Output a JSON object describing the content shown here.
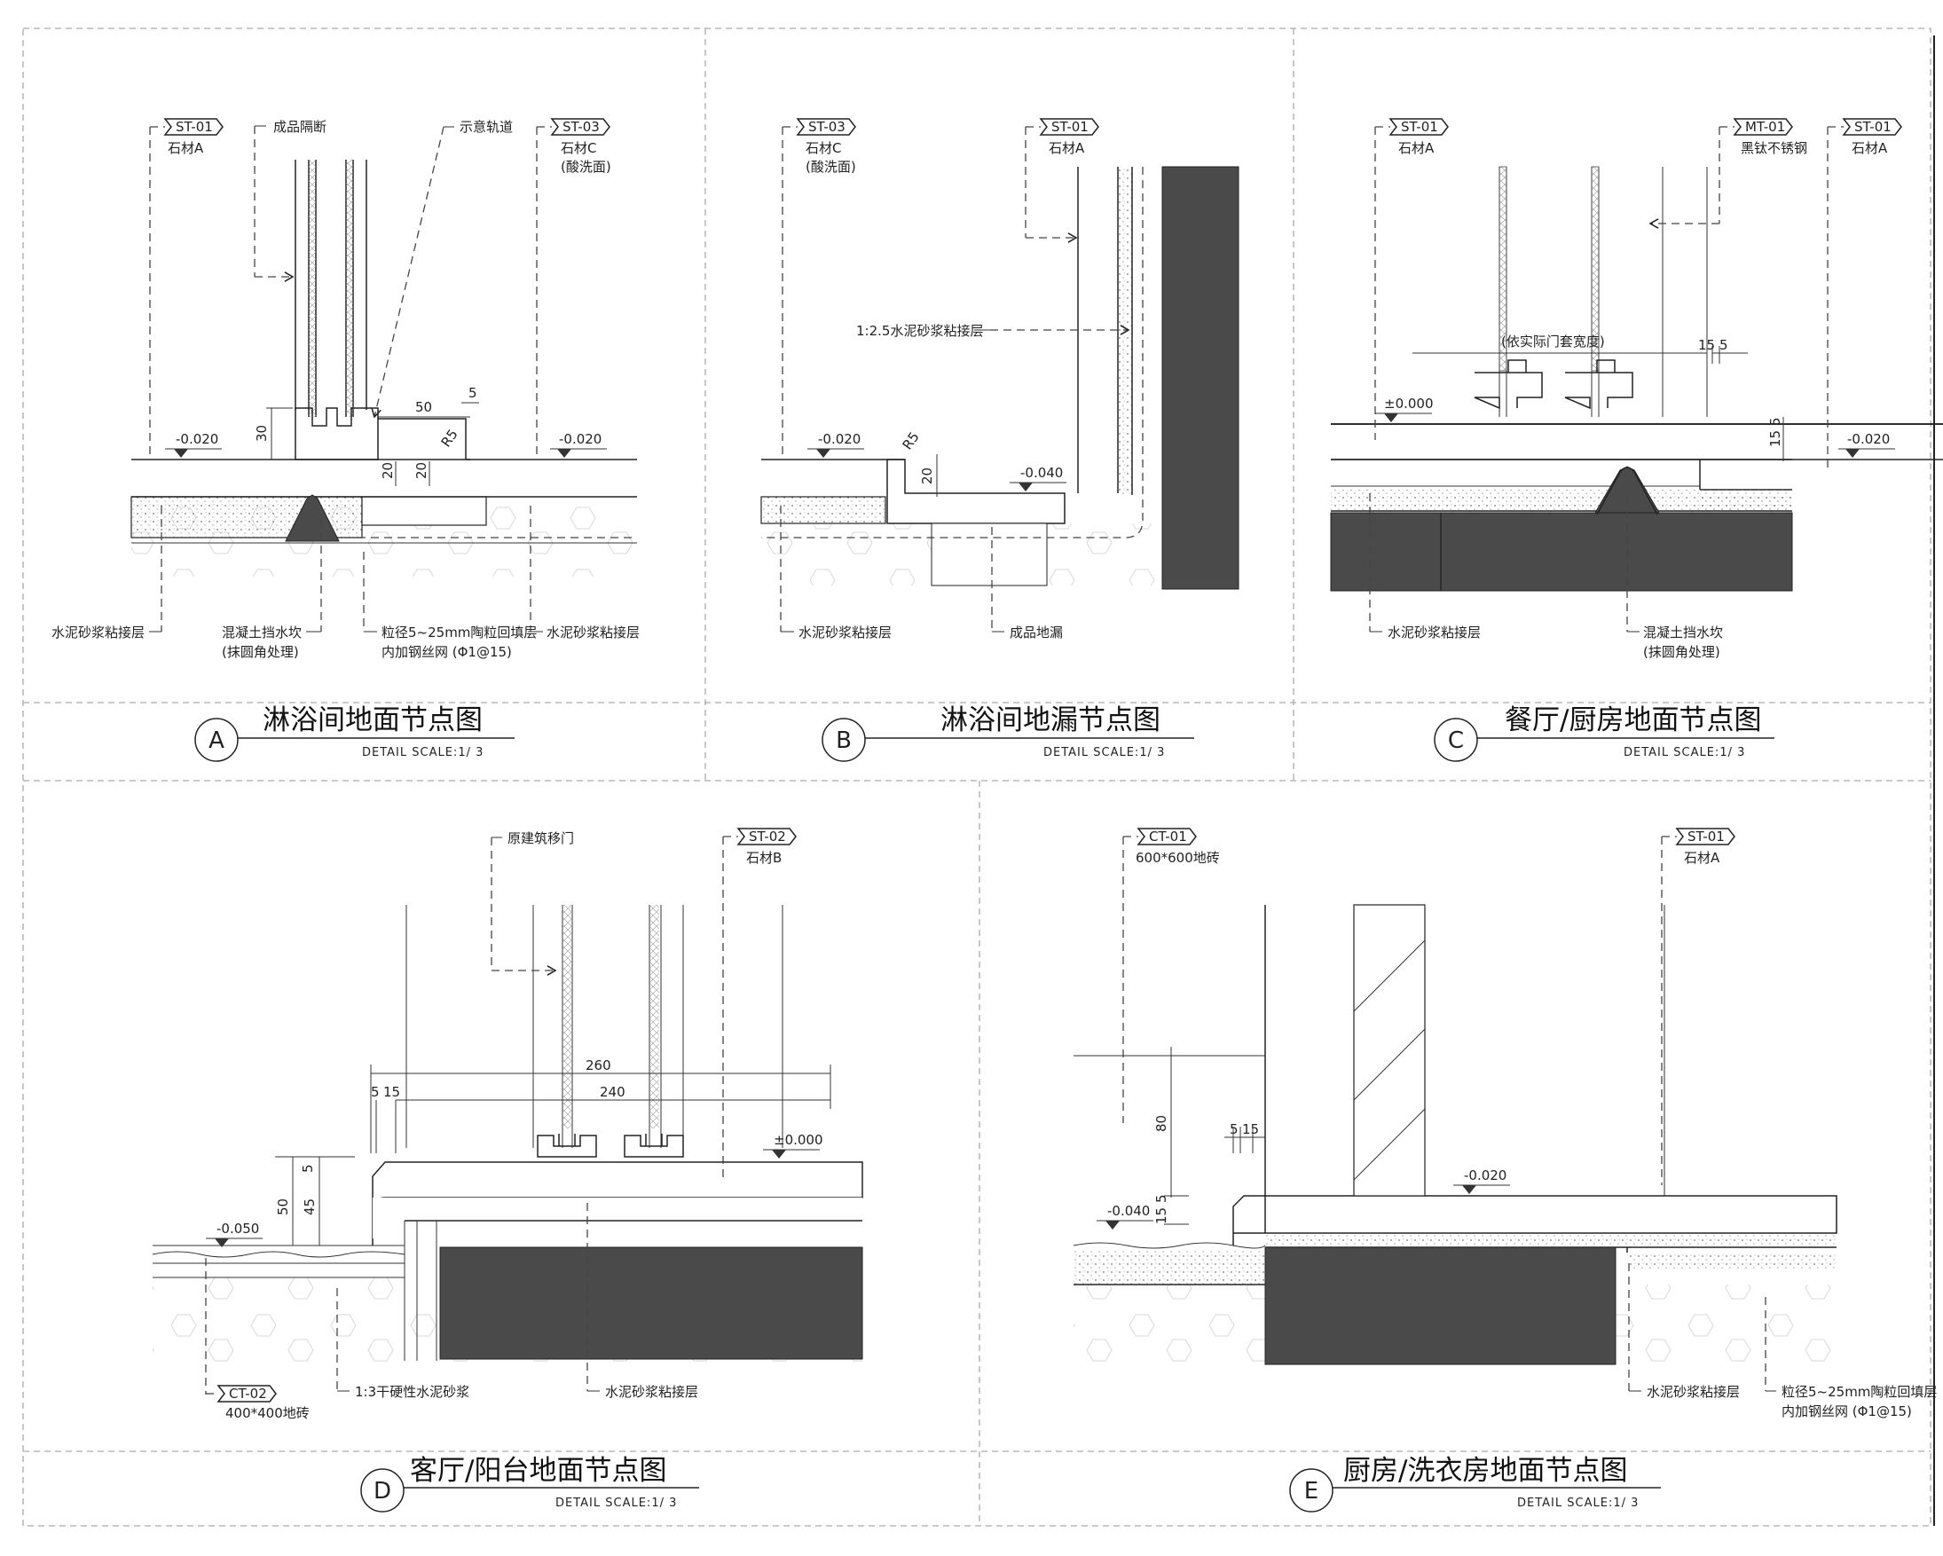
{
  "details": {
    "a": {
      "circle": "A",
      "title": "淋浴间地面节点图",
      "scale": "DETAIL   SCALE:1/  3",
      "tags": [
        {
          "code": "ST-01",
          "text": "石材A"
        },
        {
          "code": "ST-03",
          "text": "石材C",
          "text2": "(酸洗面)"
        }
      ],
      "labels": [
        "成品隔断",
        "示意轨道",
        "水泥砂浆粘接层",
        "混凝土挡水坎",
        "(抹圆角处理)",
        "粒径5~25mm陶粒回填层",
        "内加钢丝网 (Φ1@15)",
        "水泥砂浆粘接层"
      ],
      "levels": [
        "-0.020",
        "-0.020"
      ],
      "dims": [
        "30",
        "50",
        "5",
        "20",
        "20",
        "R5"
      ]
    },
    "b": {
      "circle": "B",
      "title": "淋浴间地漏节点图",
      "scale": "DETAIL   SCALE:1/  3",
      "tags": [
        {
          "code": "ST-03",
          "text": "石材C",
          "text2": "(酸洗面)"
        },
        {
          "code": "ST-01",
          "text": "石材A"
        }
      ],
      "labels": [
        "1:2.5水泥砂浆粘接层",
        "水泥砂浆粘接层",
        "成品地漏"
      ],
      "levels": [
        "-0.020",
        "-0.040"
      ],
      "dims": [
        "R5",
        "20"
      ]
    },
    "c": {
      "circle": "C",
      "title": "餐厅/厨房地面节点图",
      "scale": "DETAIL   SCALE:1/  3",
      "tags": [
        {
          "code": "ST-01",
          "text": "石材A"
        },
        {
          "code": "MT-01",
          "text": "黑钛不锈钢"
        },
        {
          "code": "ST-01",
          "text": "石材A"
        }
      ],
      "labels": [
        "(依实际门套宽度)",
        "水泥砂浆粘接层",
        "混凝土挡水坎",
        "(抹圆角处理)"
      ],
      "levels": [
        "±0.000",
        "-0.020"
      ],
      "dims": [
        "15",
        "5",
        "15",
        "5"
      ]
    },
    "d": {
      "circle": "D",
      "title": "客厅/阳台地面节点图",
      "scale": "DETAIL   SCALE:1/  3",
      "tags": [
        {
          "code": "ST-02",
          "text": "石材B"
        },
        {
          "code": "CT-02",
          "text": "400*400地砖"
        }
      ],
      "labels": [
        "原建筑移门",
        "1:3干硬性水泥砂浆",
        "水泥砂浆粘接层"
      ],
      "levels": [
        "±0.000",
        "-0.050"
      ],
      "dims": [
        "260",
        "240",
        "5",
        "15",
        "5",
        "50",
        "45"
      ]
    },
    "e": {
      "circle": "E",
      "title": "厨房/洗衣房地面节点图",
      "scale": "DETAIL   SCALE:1/  3",
      "tags": [
        {
          "code": "CT-01",
          "text": "600*600地砖"
        },
        {
          "code": "ST-01",
          "text": "石材A"
        }
      ],
      "labels": [
        "水泥砂浆粘接层",
        "粒径5~25mm陶粒回填层",
        "内加钢丝网 (Φ1@15)"
      ],
      "levels": [
        "-0.020",
        "-0.040"
      ],
      "dims": [
        "80",
        "5",
        "15",
        "15",
        "5"
      ]
    }
  },
  "colors": {
    "fill_dark": "#4a4a4a",
    "line": "#222222",
    "frame": "#aaaaaa"
  }
}
